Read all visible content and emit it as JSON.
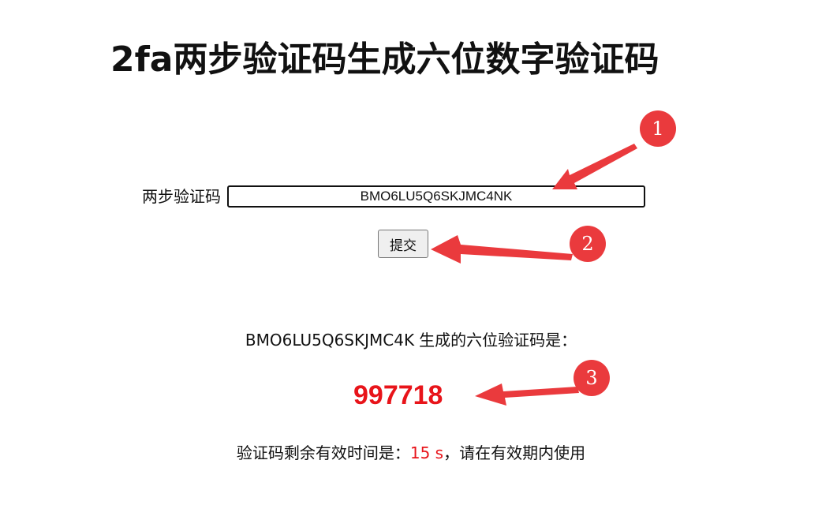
{
  "page": {
    "title": "2fa两步验证码生成六位数字验证码"
  },
  "form": {
    "label": "两步验证码",
    "secret_value": "BMO6LU5Q6SKJMC4NK",
    "submit_label": "提交"
  },
  "result": {
    "secret": "BMO6LU5Q6SKJMC4K",
    "caption": "生成的六位验证码是：",
    "code": "997718"
  },
  "remaining": {
    "prefix": "验证码剩余有效时间是：",
    "seconds": "15 s",
    "suffix": "，请在有效期内使用"
  },
  "annotations": {
    "marker_1": "1",
    "marker_2": "2",
    "marker_3": "3",
    "color": "#ea3a3d"
  },
  "colors": {
    "accent_red": "#e8141a"
  }
}
